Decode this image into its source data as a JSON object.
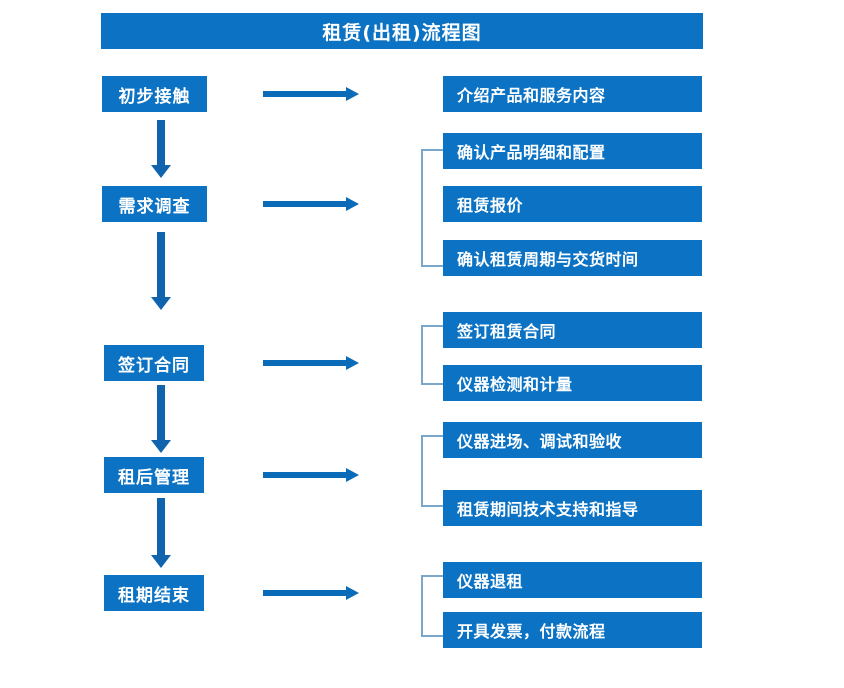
{
  "diagram": {
    "title": "租赁(出租)流程图",
    "colors": {
      "box_fill": "#0b72c4",
      "box_text": "#ffffff",
      "arrow": "#0a6cb8",
      "vertical_arrow": "#1064ad",
      "bracket": "#7aa7cc",
      "background": "#ffffff"
    },
    "stages": [
      {
        "label": "初步接触",
        "details": [
          "介绍产品和服务内容"
        ],
        "has_bracket": false
      },
      {
        "label": "需求调查",
        "details": [
          "确认产品明细和配置",
          "租赁报价",
          "确认租赁周期与交货时间"
        ],
        "has_bracket": true
      },
      {
        "label": "签订合同",
        "details": [
          "签订租赁合同",
          "仪器检测和计量"
        ],
        "has_bracket": true
      },
      {
        "label": "租后管理",
        "details": [
          "仪器进场、调试和验收",
          "租赁期间技术支持和指导"
        ],
        "has_bracket": true
      },
      {
        "label": "租期结束",
        "details": [
          "仪器退租",
          "开具发票，付款流程"
        ],
        "has_bracket": true
      }
    ],
    "details_flat": [
      "介绍产品和服务内容",
      "确认产品明细和配置",
      "租赁报价",
      "确认租赁周期与交货时间",
      "签订租赁合同",
      "仪器检测和计量",
      "仪器进场、调试和验收",
      "租赁期间技术支持和指导",
      "仪器退租",
      "开具发票，付款流程"
    ]
  }
}
